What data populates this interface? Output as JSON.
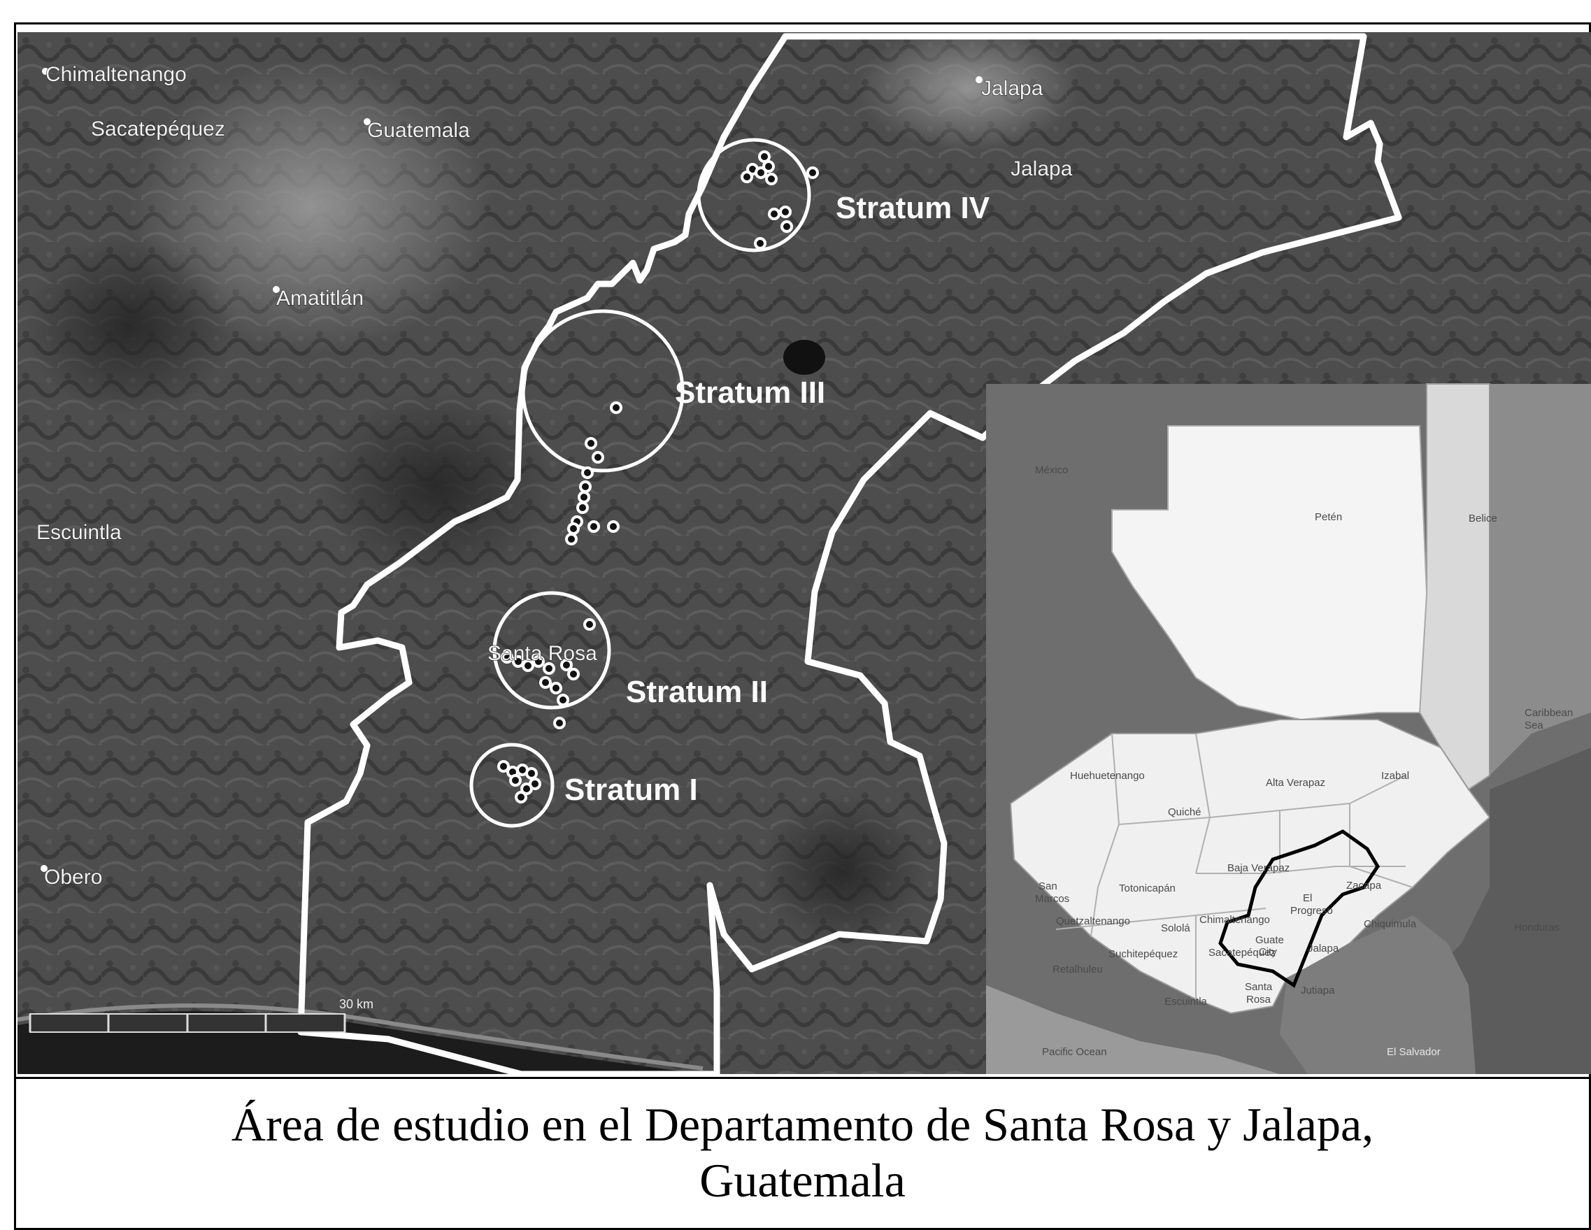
{
  "map": {
    "places": [
      {
        "id": "chimaltenango",
        "label": "Chimaltenango"
      },
      {
        "id": "sacatepequez",
        "label": "Sacatepéquez"
      },
      {
        "id": "guatemala",
        "label": "Guatemala"
      },
      {
        "id": "amatitlan",
        "label": "Amatitlán"
      },
      {
        "id": "escuintla",
        "label": "Escuintla"
      },
      {
        "id": "obero",
        "label": "Obero"
      },
      {
        "id": "jalapa-city",
        "label": "Jalapa"
      },
      {
        "id": "jalapa-dept",
        "label": "Jalapa"
      },
      {
        "id": "santa-rosa",
        "label": "Santa Rosa"
      }
    ],
    "strata": [
      {
        "id": "stratum-1",
        "label": "Stratum I"
      },
      {
        "id": "stratum-2",
        "label": "Stratum II"
      },
      {
        "id": "stratum-3",
        "label": "Stratum III"
      },
      {
        "id": "stratum-4",
        "label": "Stratum IV"
      }
    ],
    "scale_label": "30 km"
  },
  "inset": {
    "labels": [
      {
        "id": "mexico",
        "label": "México"
      },
      {
        "id": "peten",
        "label": "Petén"
      },
      {
        "id": "belice",
        "label": "Belice"
      },
      {
        "id": "caribbean",
        "label": "Caribbean"
      },
      {
        "id": "caribbean-sea",
        "label": "Sea"
      },
      {
        "id": "huehuetenango",
        "label": "Huehuetenango"
      },
      {
        "id": "alta-verapaz",
        "label": "Alta Verapaz"
      },
      {
        "id": "izabal",
        "label": "Izabal"
      },
      {
        "id": "quiche",
        "label": "Quiché"
      },
      {
        "id": "baja-verapaz",
        "label": "Baja Verapaz"
      },
      {
        "id": "zacapa",
        "label": "Zacapa"
      },
      {
        "id": "san",
        "label": "San"
      },
      {
        "id": "marcos",
        "label": "Marcos"
      },
      {
        "id": "totonicapan",
        "label": "Totonicapán"
      },
      {
        "id": "el",
        "label": "El"
      },
      {
        "id": "progreso",
        "label": "Progreso"
      },
      {
        "id": "quetzaltenango",
        "label": "Quetzaltenango"
      },
      {
        "id": "solola",
        "label": "Sololá"
      },
      {
        "id": "chimaltenango",
        "label": "Chimaltenango"
      },
      {
        "id": "chiquimula",
        "label": "Chiquimula"
      },
      {
        "id": "honduras",
        "label": "Honduras"
      },
      {
        "id": "guate",
        "label": "Guate"
      },
      {
        "id": "city",
        "label": "City"
      },
      {
        "id": "jalapa",
        "label": "Jalapa"
      },
      {
        "id": "retalhuleu",
        "label": "Retalhuleu"
      },
      {
        "id": "suchitepequez",
        "label": "Suchitepéquez"
      },
      {
        "id": "sacatepequez",
        "label": "Sacatepéquez"
      },
      {
        "id": "jutiapa",
        "label": "Jutiapa"
      },
      {
        "id": "escuintla",
        "label": "Escuintla"
      },
      {
        "id": "santa",
        "label": "Santa"
      },
      {
        "id": "rosa",
        "label": "Rosa"
      },
      {
        "id": "el-salvador",
        "label": "El Salvador"
      },
      {
        "id": "pacific-ocean",
        "label": "Pacific Ocean"
      }
    ]
  },
  "caption": {
    "line1": "Área de estudio en el Departamento de Santa Rosa y Jalapa,",
    "line2": "Guatemala"
  }
}
